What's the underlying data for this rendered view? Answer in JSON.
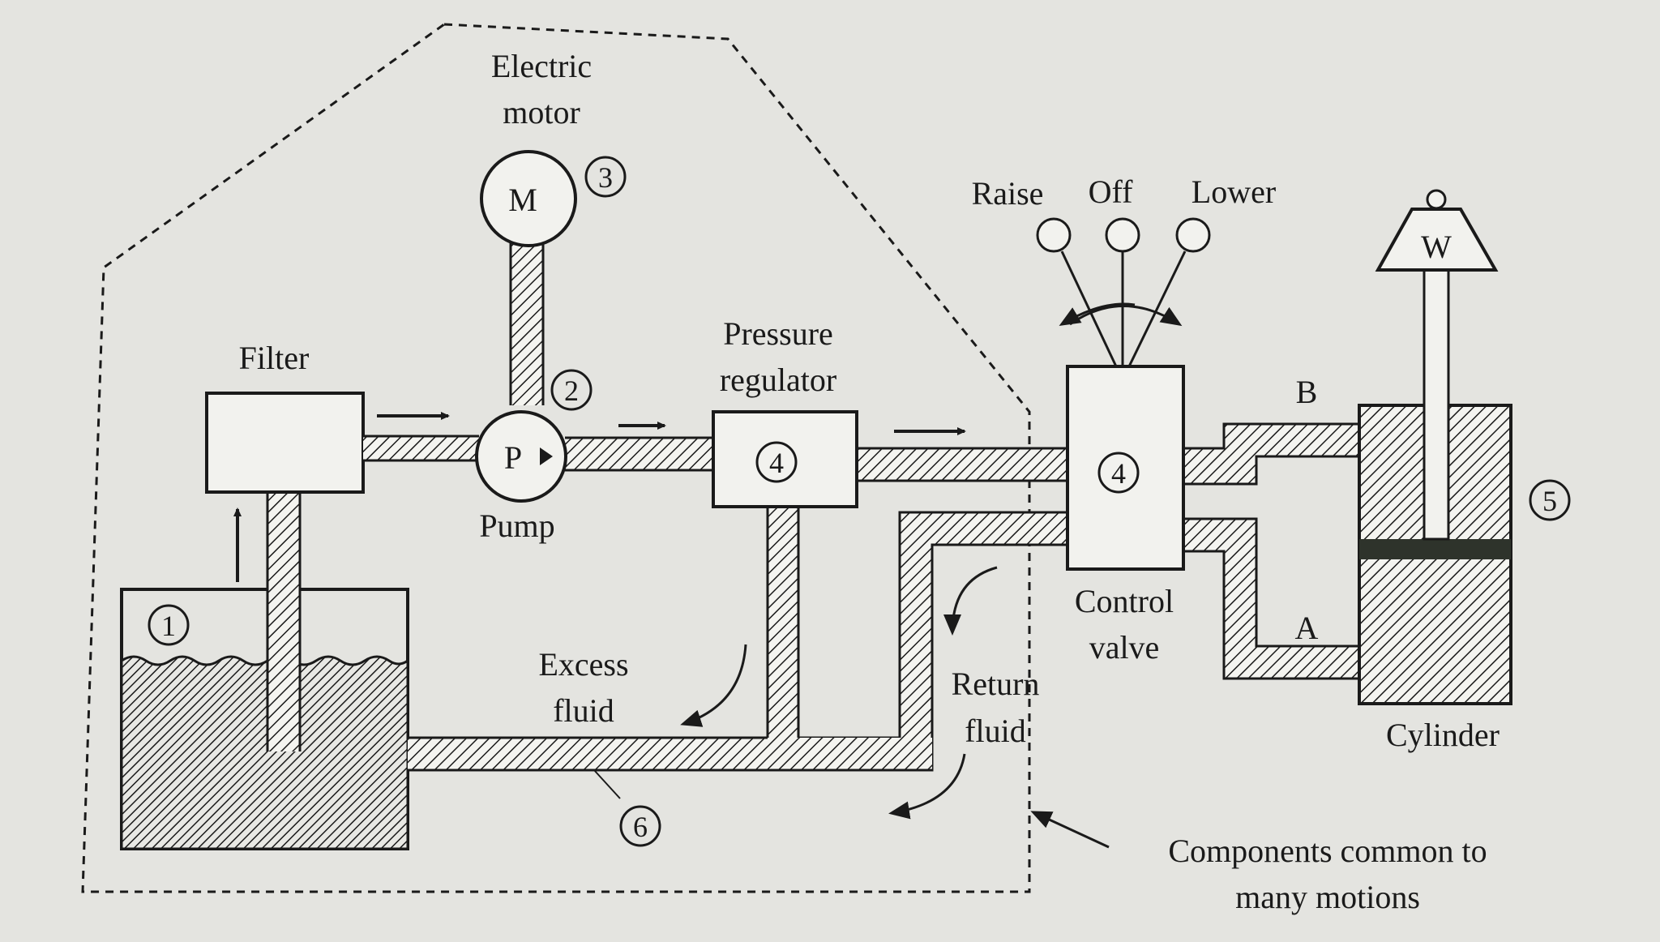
{
  "labels": {
    "electric_motor_line1": "Electric",
    "electric_motor_line2": "motor",
    "motor_symbol": "M",
    "pump_symbol": "P",
    "pump": "Pump",
    "filter": "Filter",
    "pressure_regulator_line1": "Pressure",
    "pressure_regulator_line2": "regulator",
    "raise": "Raise",
    "off": "Off",
    "lower": "Lower",
    "weight_symbol": "W",
    "port_b": "B",
    "port_a": "A",
    "control_valve_line1": "Control",
    "control_valve_line2": "valve",
    "cylinder": "Cylinder",
    "excess_fluid_line1": "Excess",
    "excess_fluid_line2": "fluid",
    "return_fluid_line1": "Return",
    "return_fluid_line2": "fluid",
    "common_components_line1": "Components common to",
    "common_components_line2": "many motions"
  },
  "numbers": {
    "reservoir": "1",
    "pump": "2",
    "motor": "3",
    "pressure_regulator": "4",
    "control_valve": "4",
    "cylinder": "5",
    "pipe": "6"
  },
  "colors": {
    "background": "#e4e4e0",
    "ink": "#1a1a1a",
    "piston": "#2e332b"
  }
}
